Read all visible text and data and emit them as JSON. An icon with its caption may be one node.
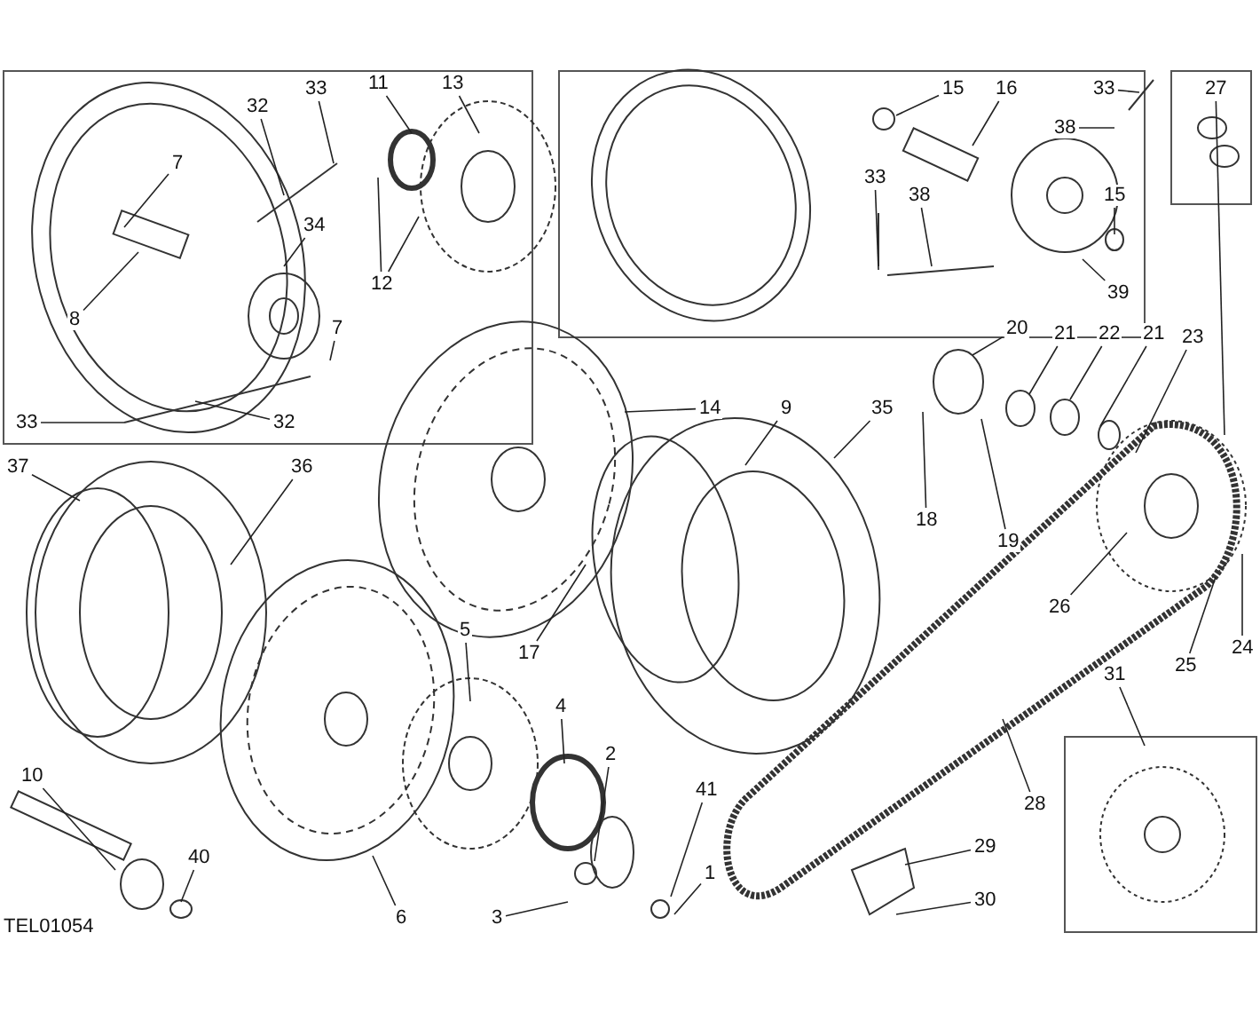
{
  "diagram": {
    "nodes": [
      {
        "text": [
          "33"
        ]
      },
      {
        "text": [
          "32"
        ]
      },
      {
        "text": [
          "7"
        ]
      },
      {
        "text": [
          "34"
        ]
      },
      {
        "text": [
          "7"
        ]
      },
      {
        "text": [
          "8"
        ]
      },
      {
        "text": [
          "33"
        ]
      },
      {
        "text": [
          "32"
        ]
      },
      {
        "text": [
          "11"
        ]
      },
      {
        "text": [
          "13"
        ]
      },
      {
        "text": [
          "12"
        ]
      },
      {
        "text": [
          "15"
        ]
      },
      {
        "text": [
          "16"
        ]
      },
      {
        "text": [
          "33"
        ]
      },
      {
        "text": [
          "38"
        ]
      },
      {
        "text": [
          "15"
        ]
      },
      {
        "text": [
          "33"
        ]
      },
      {
        "text": [
          "38"
        ]
      },
      {
        "text": [
          "39"
        ]
      },
      {
        "text": [
          "27"
        ]
      },
      {
        "text": [
          "14"
        ]
      },
      {
        "text": [
          "9"
        ]
      },
      {
        "text": [
          "35"
        ]
      },
      {
        "text": [
          "20"
        ]
      },
      {
        "text": [
          "21"
        ]
      },
      {
        "text": [
          "22"
        ]
      },
      {
        "text": [
          "21"
        ]
      },
      {
        "text": [
          "23"
        ]
      },
      {
        "text": [
          "37"
        ]
      },
      {
        "text": [
          "36"
        ]
      },
      {
        "text": [
          "18"
        ]
      },
      {
        "text": [
          "19"
        ]
      },
      {
        "text": [
          "26"
        ]
      },
      {
        "text": [
          "24"
        ]
      },
      {
        "text": [
          "25"
        ]
      },
      {
        "text": [
          "17"
        ]
      },
      {
        "text": [
          "5"
        ]
      },
      {
        "text": [
          "31"
        ]
      },
      {
        "text": [
          "4"
        ]
      },
      {
        "text": [
          "2"
        ]
      },
      {
        "text": [
          "41"
        ]
      },
      {
        "text": [
          "1"
        ]
      },
      {
        "text": [
          "28"
        ]
      },
      {
        "text": [
          "29"
        ]
      },
      {
        "text": [
          "30"
        ]
      },
      {
        "text": [
          "10"
        ]
      },
      {
        "text": [
          "40"
        ]
      },
      {
        "text": [
          "6"
        ]
      },
      {
        "text": [
          "3"
        ]
      }
    ],
    "edges": [
      {
        "from": 0,
        "to": null,
        "arrow": "none"
      },
      {
        "from": 1,
        "to": null,
        "arrow": "none"
      },
      {
        "from": 2,
        "to": null,
        "arrow": "none"
      },
      {
        "from": 3,
        "to": null,
        "arrow": "none"
      },
      {
        "from": 4,
        "to": null,
        "arrow": "none"
      },
      {
        "from": 5,
        "to": null,
        "arrow": "none"
      },
      {
        "from": 6,
        "to": null,
        "arrow": "none"
      },
      {
        "from": 7,
        "to": null,
        "arrow": "none"
      },
      {
        "from": 8,
        "to": null,
        "arrow": "none"
      },
      {
        "from": 9,
        "to": null,
        "arrow": "none"
      },
      {
        "from": 10,
        "to": null,
        "arrow": "none"
      },
      {
        "from": 10,
        "to": null,
        "arrow": "none"
      },
      {
        "from": 11,
        "to": null,
        "arrow": "none"
      },
      {
        "from": 12,
        "to": null,
        "arrow": "none"
      },
      {
        "from": 13,
        "to": null,
        "arrow": "none"
      },
      {
        "from": 14,
        "to": null,
        "arrow": "none"
      },
      {
        "from": 15,
        "to": null,
        "arrow": "none"
      },
      {
        "from": 16,
        "to": null,
        "arrow": "none"
      },
      {
        "from": 17,
        "to": null,
        "arrow": "none"
      },
      {
        "from": 18,
        "to": null,
        "arrow": "none"
      },
      {
        "from": 19,
        "to": null,
        "arrow": "none"
      },
      {
        "from": 20,
        "to": null,
        "arrow": "none"
      },
      {
        "from": 21,
        "to": null,
        "arrow": "none"
      },
      {
        "from": 22,
        "to": null,
        "arrow": "none"
      },
      {
        "from": 23,
        "to": null,
        "arrow": "none"
      },
      {
        "from": 24,
        "to": null,
        "arrow": "none"
      },
      {
        "from": 25,
        "to": null,
        "arrow": "none"
      },
      {
        "from": 26,
        "to": null,
        "arrow": "none"
      },
      {
        "from": 27,
        "to": null,
        "arrow": "none"
      },
      {
        "from": 28,
        "to": null,
        "arrow": "none"
      },
      {
        "from": 29,
        "to": null,
        "arrow": "none"
      },
      {
        "from": 30,
        "to": null,
        "arrow": "none"
      },
      {
        "from": 31,
        "to": null,
        "arrow": "none"
      },
      {
        "from": 32,
        "to": null,
        "arrow": "none"
      },
      {
        "from": 33,
        "to": null,
        "arrow": "none"
      },
      {
        "from": 34,
        "to": null,
        "arrow": "none"
      },
      {
        "from": 35,
        "to": null,
        "arrow": "none"
      },
      {
        "from": 36,
        "to": null,
        "arrow": "none"
      },
      {
        "from": 37,
        "to": null,
        "arrow": "none"
      },
      {
        "from": 38,
        "to": null,
        "arrow": "none"
      },
      {
        "from": 39,
        "to": null,
        "arrow": "none"
      },
      {
        "from": 40,
        "to": null,
        "arrow": "none"
      },
      {
        "from": 41,
        "to": null,
        "arrow": "none"
      },
      {
        "from": 42,
        "to": null,
        "arrow": "none"
      },
      {
        "from": 43,
        "to": null,
        "arrow": "none"
      },
      {
        "from": 44,
        "to": null,
        "arrow": "none"
      },
      {
        "from": 45,
        "to": null,
        "arrow": "none"
      },
      {
        "from": 46,
        "to": null,
        "arrow": "none"
      },
      {
        "from": 47,
        "to": null,
        "arrow": "none"
      },
      {
        "from": 48,
        "to": null,
        "arrow": "none"
      }
    ],
    "labels": [
      "TEL01054"
    ]
  }
}
